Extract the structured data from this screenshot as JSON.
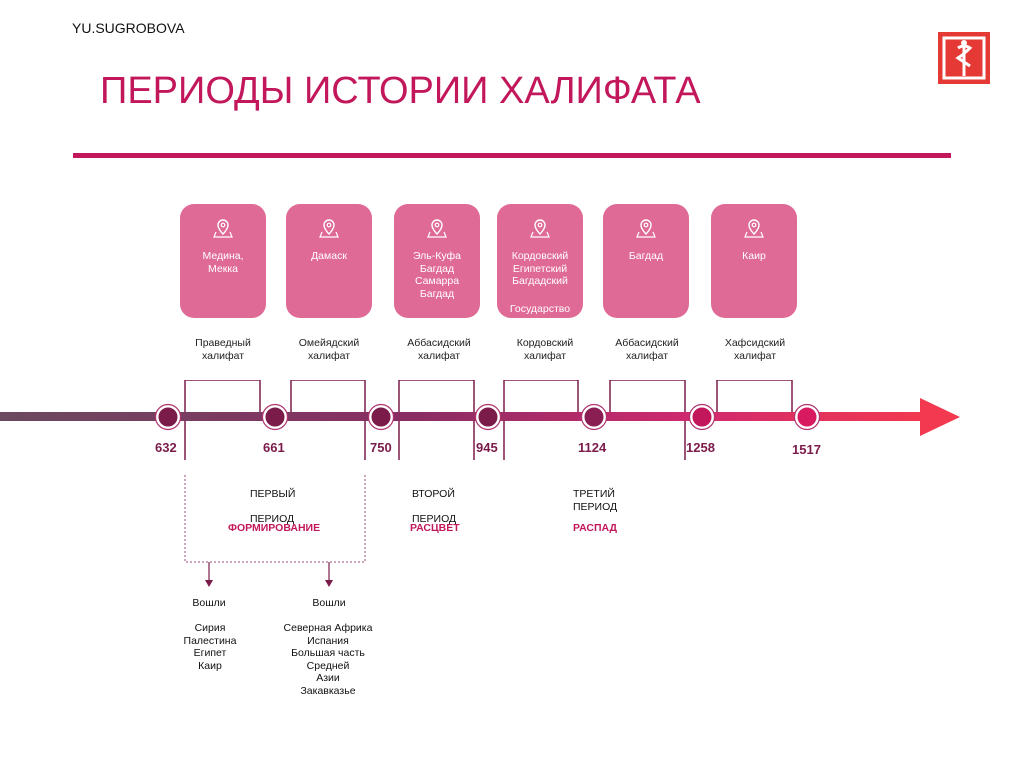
{
  "header": {
    "author": "YU.SUGROBOVA",
    "title": "ПЕРИОДЫ ИСТОРИИ ХАЛИФАТА"
  },
  "colors": {
    "accent": "#c2185b",
    "card": "#e06a96",
    "arrow": "#f2394f",
    "logo": "#e53935"
  },
  "cards": [
    {
      "place": "Медина,\nМекка",
      "extra": ""
    },
    {
      "place": "Дамаск",
      "extra": ""
    },
    {
      "place": "Эль-Куфа\nБагдад\nСамарра\nБагдад",
      "extra": ""
    },
    {
      "place": "Кордовский\nЕгипетский\nБагдадский",
      "extra": "Государство"
    },
    {
      "place": "Багдад",
      "extra": ""
    },
    {
      "place": "Каир",
      "extra": ""
    }
  ],
  "caliphates": [
    "Праведный\nхалифат",
    "Омейядский\nхалифат",
    "Аббасидский\nхалифат",
    "Кордовский\nхалифат",
    "Аббасидский\nхалифат",
    "Хафсидский\nхалифат"
  ],
  "years": [
    "632",
    "661",
    "750",
    "945",
    "1124",
    "1258",
    "1517"
  ],
  "periods": [
    {
      "label": "ПЕРВЫЙ\n\nПЕРИОД",
      "name": "ФОРМИРОВАНИЕ"
    },
    {
      "label": "ВТОРОЙ\n\nПЕРИОД",
      "name": "РАСЦВЕТ"
    },
    {
      "label": "ТРЕТИЙ\nПЕРИОД",
      "name": "РАСПАД"
    }
  ],
  "conquests": [
    {
      "heading": "Вошли",
      "list": "Сирия\nПалестина\nЕгипет\nКаир"
    },
    {
      "heading": "Вошли",
      "list": "Северная Африка\nИспания\nБольшая часть\nСредней\nАзии\nЗакавказье"
    }
  ]
}
